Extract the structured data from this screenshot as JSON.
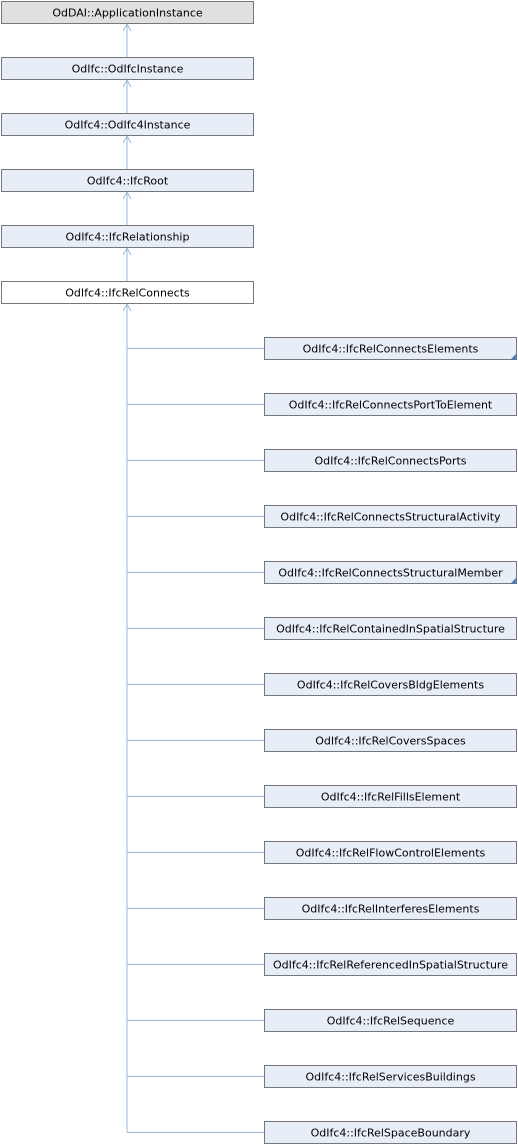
{
  "colors": {
    "ancestor_fill": "#e8eef8",
    "root_fill": "#e0e0e0",
    "current_fill": "#ffffff",
    "current_stroke": "#000000",
    "border": "#777777",
    "edge": "#9ab8d8",
    "corner_mark": "#4a7cc0"
  },
  "ancestors": [
    {
      "label": "OdDAI::ApplicationInstance",
      "is_root": true
    },
    {
      "label": "OdIfc::OdIfcInstance"
    },
    {
      "label": "OdIfc4::OdIfc4Instance"
    },
    {
      "label": "OdIfc4::IfcRoot"
    },
    {
      "label": "OdIfc4::IfcRelationship"
    }
  ],
  "current": {
    "label": "OdIfc4::IfcRelConnects"
  },
  "children": [
    {
      "label": "OdIfc4::IfcRelConnectsElements",
      "has_more": true
    },
    {
      "label": "OdIfc4::IfcRelConnectsPortToElement"
    },
    {
      "label": "OdIfc4::IfcRelConnectsPorts"
    },
    {
      "label": "OdIfc4::IfcRelConnectsStructuralActivity"
    },
    {
      "label": "OdIfc4::IfcRelConnectsStructuralMember",
      "has_more": true
    },
    {
      "label": "OdIfc4::IfcRelContainedInSpatialStructure"
    },
    {
      "label": "OdIfc4::IfcRelCoversBldgElements"
    },
    {
      "label": "OdIfc4::IfcRelCoversSpaces"
    },
    {
      "label": "OdIfc4::IfcRelFillsElement"
    },
    {
      "label": "OdIfc4::IfcRelFlowControlElements"
    },
    {
      "label": "OdIfc4::IfcRelInterferesElements"
    },
    {
      "label": "OdIfc4::IfcRelReferencedInSpatialStructure"
    },
    {
      "label": "OdIfc4::IfcRelSequence"
    },
    {
      "label": "OdIfc4::IfcRelServicesBuildings"
    },
    {
      "label": "OdIfc4::IfcRelSpaceBoundary"
    }
  ]
}
